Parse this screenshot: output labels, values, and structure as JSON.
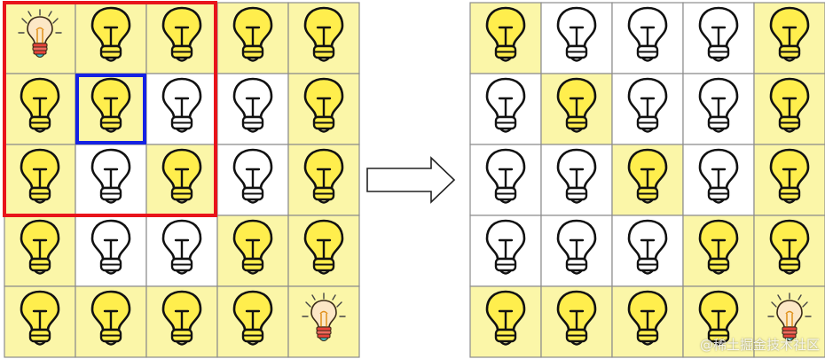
{
  "diagram": {
    "before": {
      "rows": [
        [
          "special",
          "on",
          "on",
          "on",
          "on"
        ],
        [
          "on",
          "on",
          "off",
          "off",
          "on"
        ],
        [
          "on",
          "off",
          "on",
          "off",
          "on"
        ],
        [
          "on",
          "off",
          "off",
          "on",
          "on"
        ],
        [
          "on",
          "on",
          "on",
          "on",
          "special"
        ]
      ],
      "outer_highlight": {
        "rows": [
          0,
          2
        ],
        "cols": [
          0,
          2
        ],
        "color": "#e8141b"
      },
      "inner_highlight": {
        "row": 1,
        "col": 1,
        "color": "#1522e3"
      }
    },
    "after": {
      "rows": [
        [
          "on",
          "off",
          "off",
          "off",
          "on"
        ],
        [
          "off",
          "on",
          "off",
          "off",
          "on"
        ],
        [
          "off",
          "off",
          "on",
          "off",
          "on"
        ],
        [
          "off",
          "off",
          "off",
          "on",
          "on"
        ],
        [
          "on",
          "on",
          "on",
          "on",
          "special"
        ]
      ]
    },
    "arrow": "right-arrow-icon",
    "colors": {
      "on_cell": "#fbf6a8",
      "off_cell": "#ffffff",
      "bulb_on_fill": "#ffee4d",
      "bulb_off_fill": "#ffffff",
      "grid_line": "#8c8c8c"
    }
  },
  "watermark": "@稀土掘金技术社区"
}
